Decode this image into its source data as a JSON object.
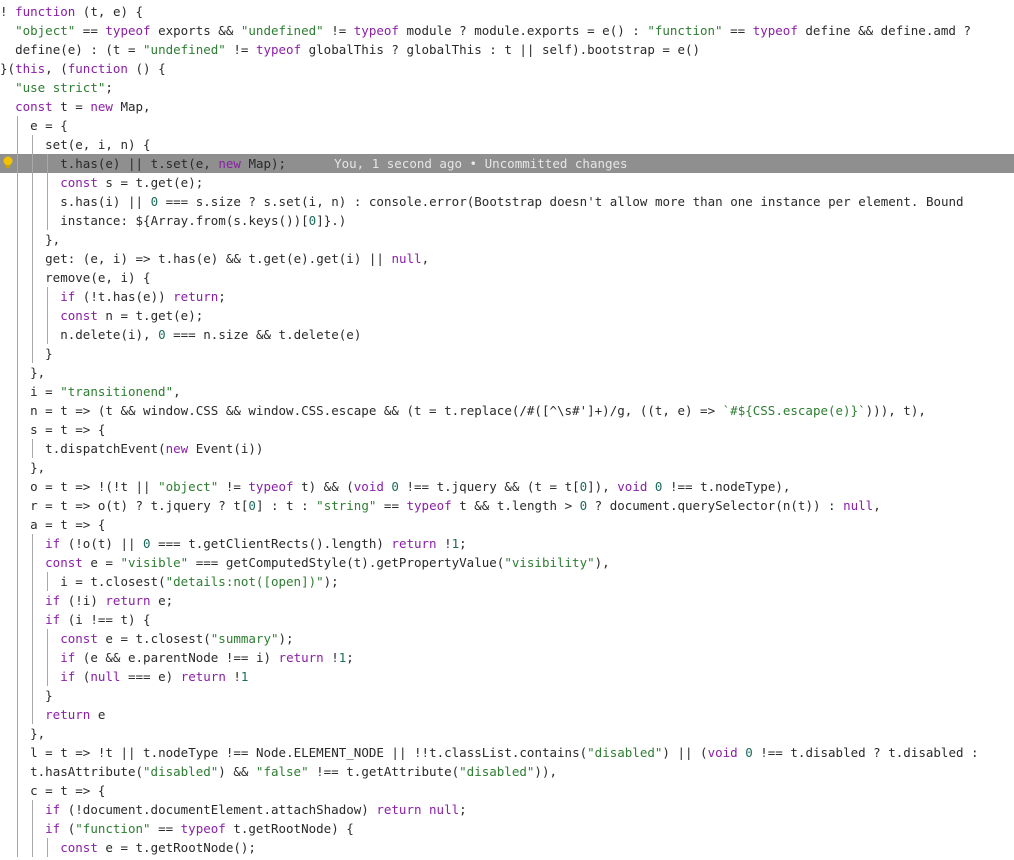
{
  "editor": {
    "blame": {
      "author": "You",
      "when": "1 second ago",
      "status": "Uncommitted changes",
      "text": "You, 1 second ago • Uncommitted changes"
    },
    "lines": [
      "! function (t, e) {",
      "  \"object\" == typeof exports && \"undefined\" != typeof module ? module.exports = e() : \"function\" == typeof define && define.amd ?",
      "  define(e) : (t = \"undefined\" != typeof globalThis ? globalThis : t || self).bootstrap = e()",
      "}(this, (function () {",
      "  \"use strict\";",
      "  const t = new Map,",
      "    e = {",
      "      set(e, i, n) {",
      "        t.has(e) || t.set(e, new Map);",
      "        const s = t.get(e);",
      "        s.has(i) || 0 === s.size ? s.set(i, n) : console.error(`Bootstrap doesn't allow more than one instance per element. Bound",
      "        instance: ${Array.from(s.keys())[0]}.`)",
      "      },",
      "      get: (e, i) => t.has(e) && t.get(e).get(i) || null,",
      "      remove(e, i) {",
      "        if (!t.has(e)) return;",
      "        const n = t.get(e);",
      "        n.delete(i), 0 === n.size && t.delete(e)",
      "      }",
      "    },",
      "    i = \"transitionend\",",
      "    n = t => (t && window.CSS && window.CSS.escape && (t = t.replace(/#([^\\s\"#']+)/g, ((t, e) => `#${CSS.escape(e)}`))), t),",
      "    s = t => {",
      "      t.dispatchEvent(new Event(i))",
      "    },",
      "    o = t => !(!t || \"object\" != typeof t) && (void 0 !== t.jquery && (t = t[0]), void 0 !== t.nodeType),",
      "    r = t => o(t) ? t.jquery ? t[0] : t : \"string\" == typeof t && t.length > 0 ? document.querySelector(n(t)) : null,",
      "    a = t => {",
      "      if (!o(t) || 0 === t.getClientRects().length) return !1;",
      "      const e = \"visible\" === getComputedStyle(t).getPropertyValue(\"visibility\"),",
      "        i = t.closest(\"details:not([open])\");",
      "      if (!i) return e;",
      "      if (i !== t) {",
      "        const e = t.closest(\"summary\");",
      "        if (e && e.parentNode !== i) return !1;",
      "        if (null === e) return !1",
      "      }",
      "      return e",
      "    },",
      "    l = t => !t || t.nodeType !== Node.ELEMENT_NODE || !!t.classList.contains(\"disabled\") || (void 0 !== t.disabled ? t.disabled :",
      "    t.hasAttribute(\"disabled\") && \"false\" !== t.getAttribute(\"disabled\")),",
      "    c = t => {",
      "      if (!document.documentElement.attachShadow) return null;",
      "      if (\"function\" == typeof t.getRootNode) {",
      "        const e = t.getRootNode();"
    ],
    "current_line_index": 8,
    "highlighted_symbol": "t"
  },
  "colors": {
    "current_line_bg": "#8f8f8f",
    "keyword": "#8a1fa6",
    "string": "#2e7d32",
    "function": "#2b5fb3",
    "symbol_highlight_bg": "#2d2d2d"
  },
  "icons": {
    "gutter": "lightbulb-icon"
  }
}
